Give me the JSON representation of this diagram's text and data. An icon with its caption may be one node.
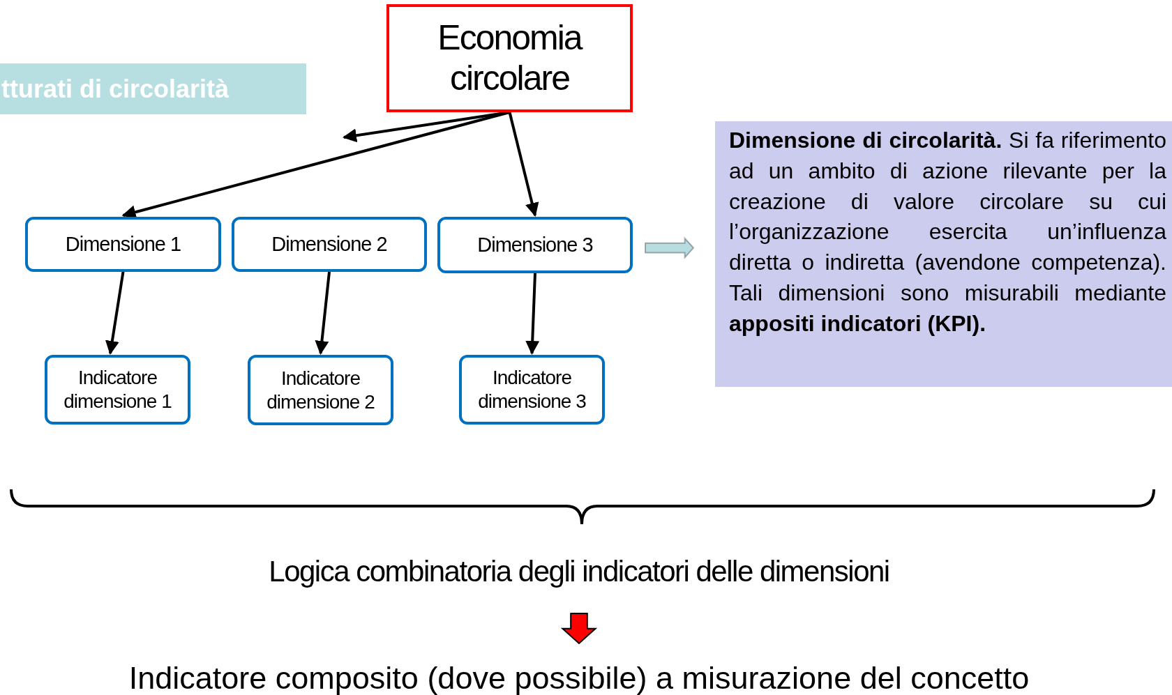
{
  "diagram": {
    "nodes": [
      {
        "text": [
          "Economia circolare"
        ]
      },
      {
        "text": [
          "tturati di circolarità"
        ]
      },
      {
        "text": [
          "Dimensione 1"
        ]
      },
      {
        "text": [
          "Dimensione 2"
        ]
      },
      {
        "text": [
          "Dimensione 3"
        ]
      },
      {
        "text": [
          "Indicatore dimensione 1"
        ]
      },
      {
        "text": [
          "Indicatore dimensione 2"
        ]
      },
      {
        "text": [
          "Indicatore dimensione 3"
        ]
      },
      {
        "text": [
          "**Dimensione di circolarità.** Si fa riferimento ad un ambito di azione rilevante per la creazione di valore circolare su cui l’organizzazione esercita un’influenza diretta o indiretta (avendone competenza). Tali dimensioni sono misurabili mediante **appositi indicatori (KPI).**"
        ]
      },
      {
        "text": [
          "Logica combinatoria degli indicatori delle dimensioni"
        ]
      },
      {
        "text": [
          "Indicatore composito (dove possibile) a misurazione del concetto"
        ]
      }
    ],
    "edges": [
      {
        "from": 0,
        "to": 2,
        "arrow": "to"
      },
      {
        "from": 0,
        "to": null,
        "arrow": "to"
      },
      {
        "from": 0,
        "to": 4,
        "arrow": "to"
      },
      {
        "from": 2,
        "to": 5,
        "arrow": "to"
      },
      {
        "from": 3,
        "to": 6,
        "arrow": "to"
      },
      {
        "from": 4,
        "to": 7,
        "arrow": "to"
      },
      {
        "from": 4,
        "to": 8,
        "arrow": "to",
        "style": "thick",
        "color": "#b7dde0"
      },
      {
        "from": 9,
        "to": 10,
        "arrow": "to",
        "style": "thick",
        "color": "#ff0000"
      }
    ]
  }
}
